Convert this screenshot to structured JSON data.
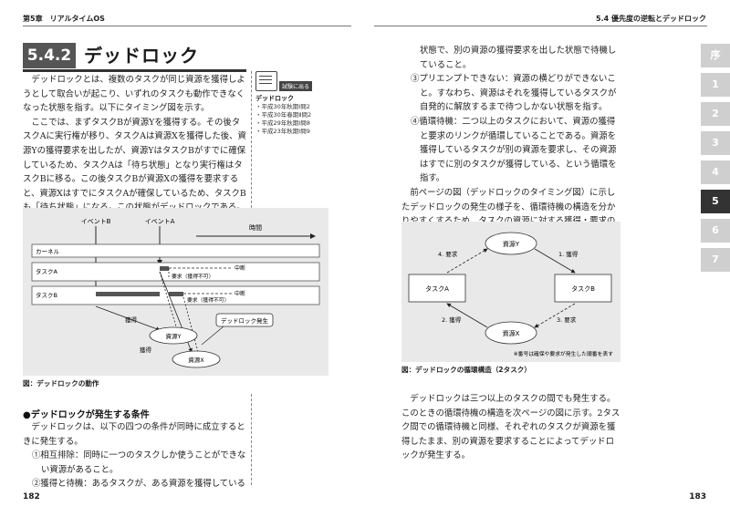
{
  "header": {
    "left": "第5章　リアルタイムOS",
    "right": "5.4 優先度の逆転とデッドロック"
  },
  "section": {
    "number": "5.4.2",
    "title": "デッドロック"
  },
  "left_paras": [
    "デッドロックとは、複数のタスクが同じ資源を獲得しようとして取合いが起こり、いずれのタスクも動作できなくなった状態を指す。以下にタイミング図を示す。",
    "ここでは、まずタスクBが資源Yを獲得する。その後タスクAに実行権が移り、タスクAは資源Xを獲得した後、資源Yの獲得要求を出したが、資源YはタスクBがすでに確保しているため、タスクAは「待ち状態」となり実行権はタスクBに移る。この後タスクBが資源Xの獲得を要求すると、資源XはすでにタスクAが確保しているため、タスクBも「待ち状態」になる。この状態がデッドロックである。"
  ],
  "side": {
    "badge": "試験に出る",
    "title": "デッドロック",
    "items": [
      "・平成30年秋期Ⅰ問2",
      "・平成30年春期Ⅱ問2",
      "・平成29年秋期Ⅰ問8",
      "・平成23年秋期Ⅰ問9"
    ]
  },
  "timing": {
    "caption": "図：デッドロックの動作",
    "event_b": "イベントB",
    "event_a": "イベントA",
    "time": "時間",
    "rows": [
      "カーネル",
      "タスクA",
      "タスクB"
    ],
    "req_a": "要求（獲得不可）",
    "halt_a": "中断",
    "req_b": "要求（獲得不可）",
    "halt_b": "中断",
    "acq1": "獲得",
    "acq2": "獲得",
    "res_y": "資源Y",
    "res_x": "資源X",
    "deadlock": "デッドロック発生"
  },
  "conditions": {
    "heading": "●デッドロックが発生する条件",
    "intro": "デッドロックは、以下の四つの条件が同時に成立するときに発生する。",
    "item1": "①相互排除：同時に一つのタスクしか使うことができない資源があること。",
    "item2": "②獲得と待機：あるタスクが、ある資源を獲得している"
  },
  "right_paras": {
    "cont": "状態で、別の資源の獲得要求を出した状態で待機していること。",
    "item3": "③プリエンプトできない：資源の横どりができないこと。すなわち、資源はそれを獲得しているタスクが自発的に解放するまで待つしかない状態を指す。",
    "item4": "④循環待機：二つ以上のタスクにおいて、資源の獲得と要求のリンクが循環していることである。資源を獲得しているタスクが別の資源を要求し、その資源はすでに別のタスクが獲得している、という循環を指す。",
    "after": "前ページの図（デッドロックのタイミング図）に示したデッドロックの発生の様子を、循環待機の構造を分かりやすくするため、タスクの資源に対する獲得・要求の関係に着目して表したものを下図に示す。",
    "last": "デッドロックは三つ以上のタスクの間でも発生する。このときの循環待機の構造を次ページの図に示す。2タスク間での循環待機と同様、それぞれのタスクが資源を獲得したまま、別の資源を要求することによってデッドロックが発生する。"
  },
  "cycle": {
    "caption": "図：デッドロックの循環構造（2タスク）",
    "res_y": "資源Y",
    "res_x": "資源X",
    "task_a": "タスクA",
    "task_b": "タスクB",
    "e1": "1. 獲得",
    "e2": "2. 獲得",
    "e3": "3. 要求",
    "e4": "4. 要求",
    "note": "※番号は確保や要求が発生した順番を表す"
  },
  "tabs": [
    "序",
    "1",
    "2",
    "3",
    "4",
    "5",
    "6",
    "7"
  ],
  "active_tab": "5",
  "page_left": "182",
  "page_right": "183"
}
